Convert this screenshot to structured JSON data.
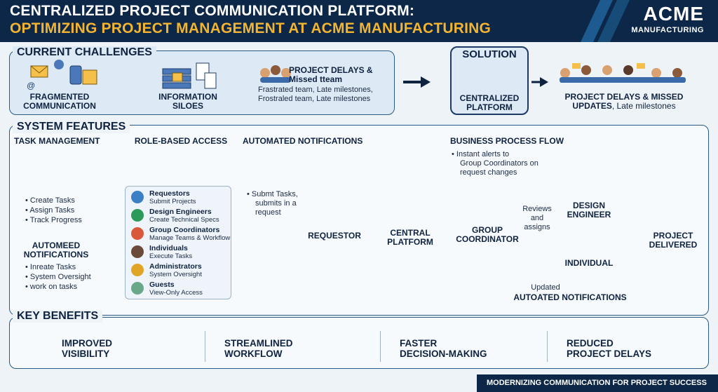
{
  "header": {
    "title_line1": "CENTRALIZED PROJECT COMMUNICATION PLATFORM:",
    "title_line2": "OPTIMIZING PROJECT MANAGEMENT AT ACME MANUFACTURING",
    "logo_main": "ACME",
    "logo_sub": "MANUFACTURING"
  },
  "challenges": {
    "heading": "CURRENT CHALLENGES",
    "items": [
      {
        "label": "FRAGMENTED\nCOMMUNICATION",
        "icon": "email-phone-icon"
      },
      {
        "label": "INFORMATION\nSILOES",
        "icon": "locked-server-icon"
      },
      {
        "label": "PROJECT DELAYS &\nMissed tteam",
        "icon": "frustrated-team-icon"
      }
    ],
    "delay_desc": [
      "Frastrated team, Late milestones,",
      "Frostraled team, Late milestones"
    ]
  },
  "solution": {
    "heading": "SOLUTION",
    "label": "CENTRALIZED\nPLATFORM",
    "outcome_label": "PROJECT DELAYS & MISSED",
    "outcome_sub_bold": "UPDATES",
    "outcome_sub_rest": ", Late milestones"
  },
  "features": {
    "heading": "SYSTEM FEATURES",
    "task_management": {
      "heading": "TASK MANAGEMENT",
      "items": [
        "Create Tasks",
        "Assign Tasks",
        "Track Progress"
      ]
    },
    "automeed": {
      "heading": "AUTOMEED\nNOTIFICATIONS",
      "items": [
        "Inreate Tasks",
        "System Oversight",
        "work on tasks"
      ]
    },
    "role_access": {
      "heading": "ROLE-BASED ACCESS",
      "roles": [
        {
          "name": "Requestors",
          "desc": "Submit Projects",
          "color": "#3b7fc4"
        },
        {
          "name": "Design Engineers",
          "desc": "Create Technical Specs",
          "color": "#2e9a5a"
        },
        {
          "name": "Group Coordinators",
          "desc": "Manage Teams & Workflow",
          "color": "#d9583b"
        },
        {
          "name": "Individuals",
          "desc": "Execute Tasks",
          "color": "#6b4a3a"
        },
        {
          "name": "Administrators",
          "desc": "System Oversight",
          "color": "#e0a526"
        },
        {
          "name": "Guests",
          "desc": "View-Only Access",
          "color": "#6aa88a"
        }
      ]
    },
    "automated_notifications": {
      "heading": "AUTOMATED NOTIFICATIONS",
      "items": [
        "Submt Tasks,",
        "submits in a",
        "request"
      ]
    }
  },
  "process": {
    "heading": "BUSINESS PROCESS FLOW",
    "alert_note": [
      "Instant alerts to",
      "Group Coordinators on",
      "request changes"
    ],
    "requestor": "REQUESTOR",
    "central": "CENTRAL\nPLATFORM",
    "coordinator": "GROUP\nCOORDINATOR",
    "reviews": "Reviews\nand\nassigns",
    "design_engineer": "DESIGN\nENGINEER",
    "individual": "INDIVIDUAL",
    "delivered": "PROJECT\nDELIVERED",
    "updated": "Updated",
    "auto_notif": "AUTOATED NOTIFICATIONS"
  },
  "benefits": {
    "heading": "KEY BENEFITS",
    "items": [
      {
        "label": "IMPROVED\nVISIBILITY",
        "icon": "binoculars-icon"
      },
      {
        "label": "STREAMLINED\nWORKFLOW",
        "icon": "gears-icon"
      },
      {
        "label": "FASTER\nDECISION-MAKING",
        "icon": "lightbulb-calendar-icon"
      },
      {
        "label": "REDUCED\nPROJECT DELAYS",
        "icon": "stopwatch-icon"
      }
    ]
  },
  "footer": {
    "text": "MODERNIZING COMMUNICATION FOR PROJECT SUCCESS"
  },
  "colors": {
    "navy": "#0c2747",
    "gold": "#f3b431",
    "accent": "#2a5a86"
  }
}
